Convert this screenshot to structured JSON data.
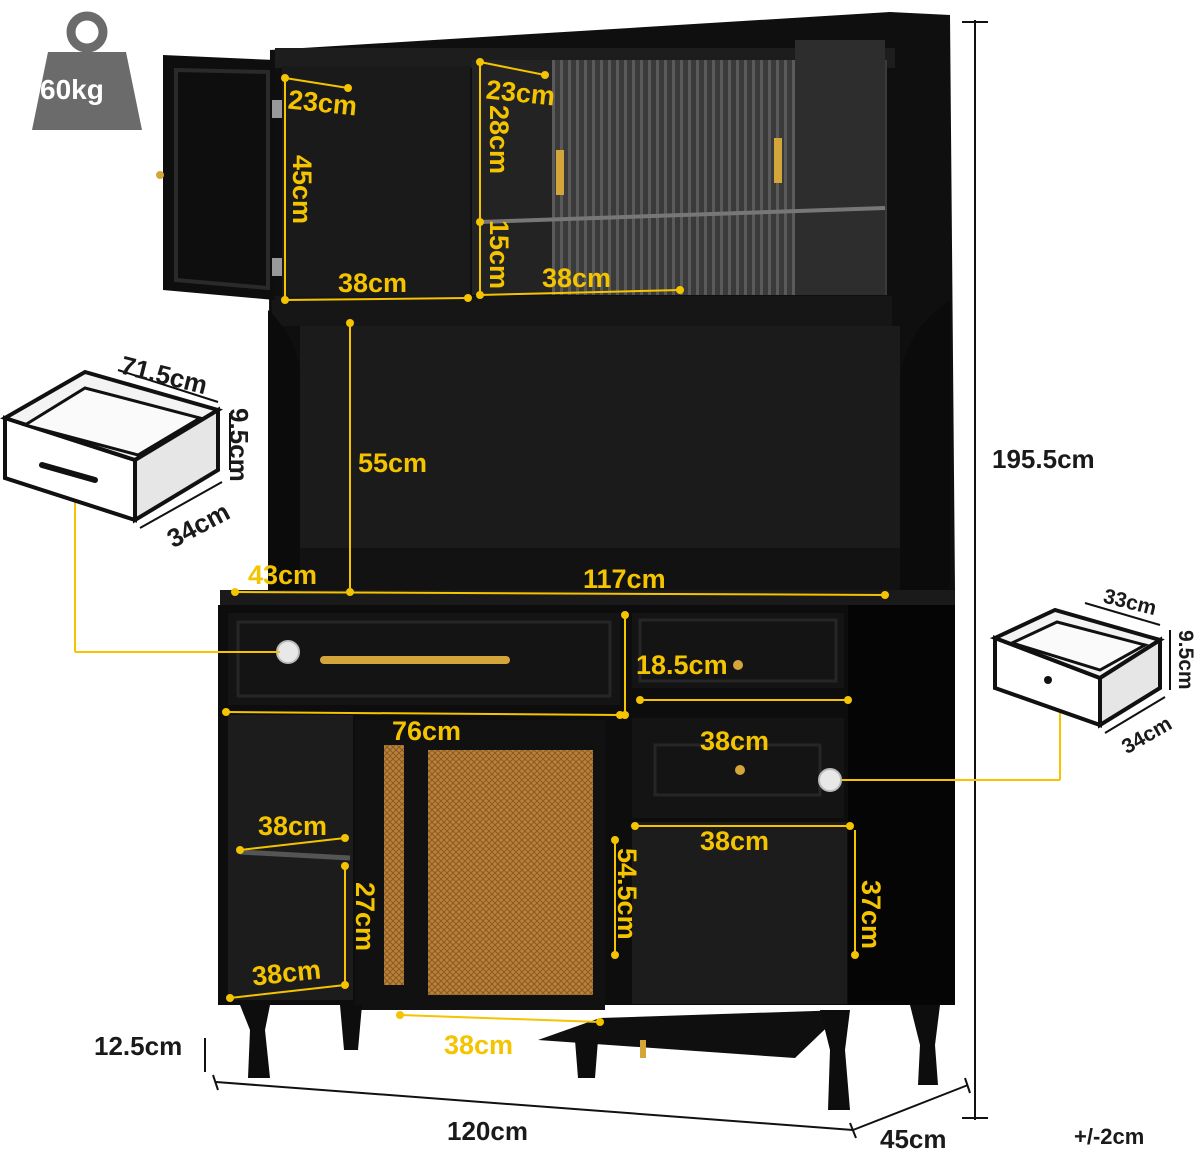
{
  "weight_badge": {
    "text": "60kg",
    "icon": "weight-icon"
  },
  "colors": {
    "accent": "#f5c400",
    "cabinet": "#141414",
    "rattan": "#c08a3e",
    "handle": "#d4a63a",
    "badge": "#6b6b6b"
  },
  "dimensions": {
    "left_hutch_depth": "23cm",
    "left_hutch_height": "45cm",
    "left_hutch_width": "38cm",
    "right_hutch_depth": "23cm",
    "right_hutch_upper_height": "28cm",
    "right_hutch_lower_height": "15cm",
    "right_hutch_width": "38cm",
    "open_shelf_height": "55cm",
    "counter_depth": "43cm",
    "counter_width": "117cm",
    "small_drawer_height": "18.5cm",
    "long_drawer_width": "76cm",
    "small_drawer_width": "38cm",
    "left_shelf_width": "38cm",
    "left_bottom_width": "38cm",
    "left_lower_height": "27cm",
    "rattan_door_height": "54.5cm",
    "rattan_bottom_width": "38cm",
    "right_cabinet_width": "38cm",
    "right_cabinet_height": "37cm",
    "leg_height": "12.5cm",
    "total_width": "120cm",
    "total_depth": "45cm",
    "total_height": "195.5cm"
  },
  "large_drawer": {
    "width": "71.5cm",
    "height": "9.5cm",
    "depth": "34cm"
  },
  "small_drawer": {
    "width": "33cm",
    "height": "9.5cm",
    "depth": "34cm"
  },
  "tolerance": "+/-2cm"
}
